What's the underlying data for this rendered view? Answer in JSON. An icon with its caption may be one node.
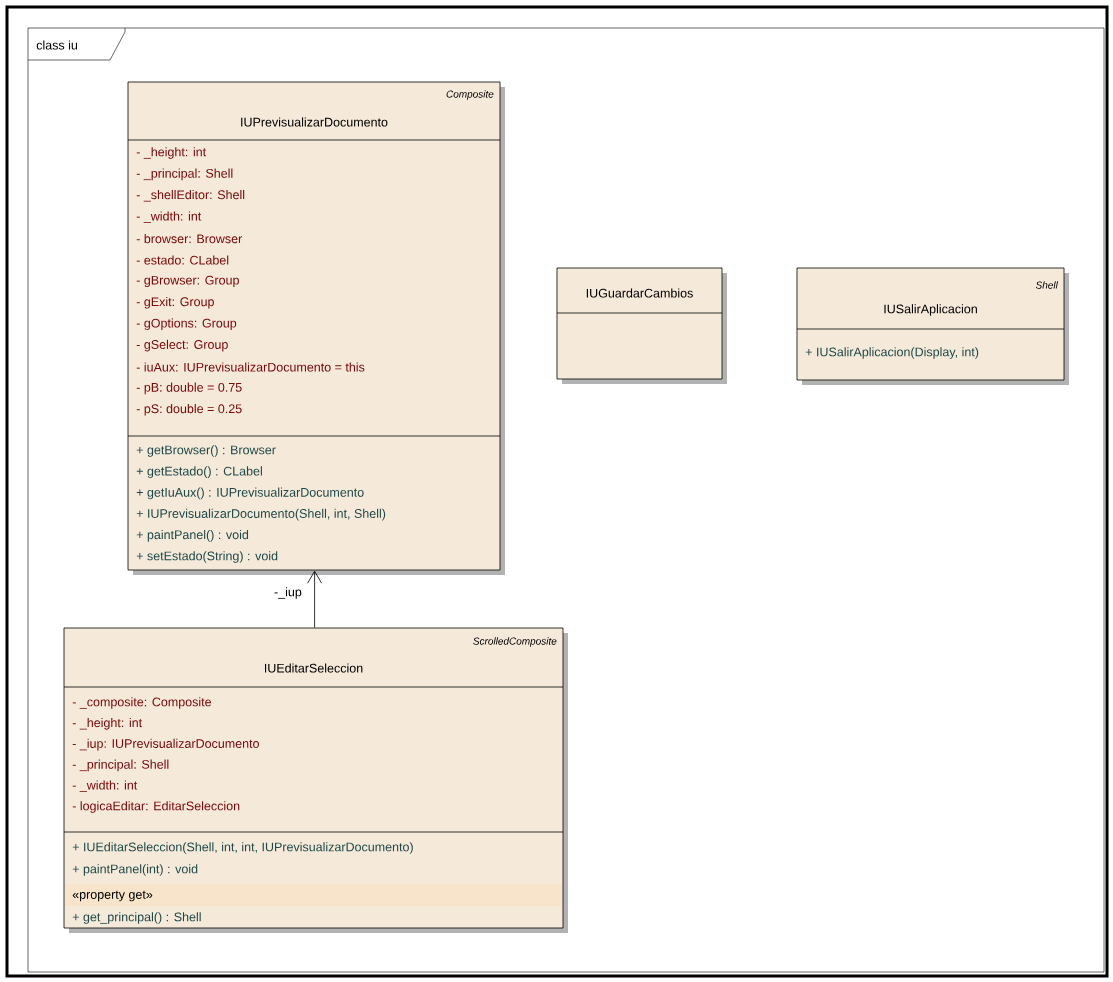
{
  "diagram": {
    "nodes": [
      {
        "text": [
          "class iu"
        ]
      },
      {
        "text": [
          "Composite",
          "IUPrevisualizarDocumento",
          "- _height: int",
          "- _principal: Shell",
          "- _shellEditor: Shell",
          "- _width: int",
          "- browser: Browser",
          "- estado: CLabel",
          "- gBrowser: Group",
          "- gExit: Group",
          "- gOptions: Group",
          "- gSelect: Group",
          "- iuAux: IUPrevisualizarDocumento = this",
          "- pB: double = 0.75",
          "- pS: double = 0.25",
          "+ getBrowser() : Browser",
          "+ getEstado() : CLabel",
          "+ getIuAux() : IUPrevisualizarDocumento",
          "+ IUPrevisualizarDocumento(Shell, int, Shell)",
          "+ paintPanel() : void",
          "+ setEstado(String) : void"
        ],
        "in": 0
      },
      {
        "text": [
          "IUGuardarCambios"
        ],
        "in": 0
      },
      {
        "text": [
          "Shell",
          "IUSalirAplicacion",
          "+ IUSalirAplicacion(Display, int)"
        ],
        "in": 0
      },
      {
        "text": [
          "ScrolledComposite",
          "IUEditarSeleccion",
          "- _composite: Composite",
          "- _height: int",
          "- _iup: IUPrevisualizarDocumento",
          "- _principal: Shell",
          "- _width: int",
          "- logicaEditar: EditarSeleccion",
          "+ IUEditarSeleccion(Shell, int, int, IUPrevisualizarDocumento)",
          "+ paintPanel(int) : void",
          "«property get»",
          "+ get_principal() : Shell"
        ],
        "in": 0
      }
    ],
    "edges": [
      {
        "from": 4,
        "to": 1,
        "arrow": "to",
        "label": "-_iup"
      }
    ]
  }
}
